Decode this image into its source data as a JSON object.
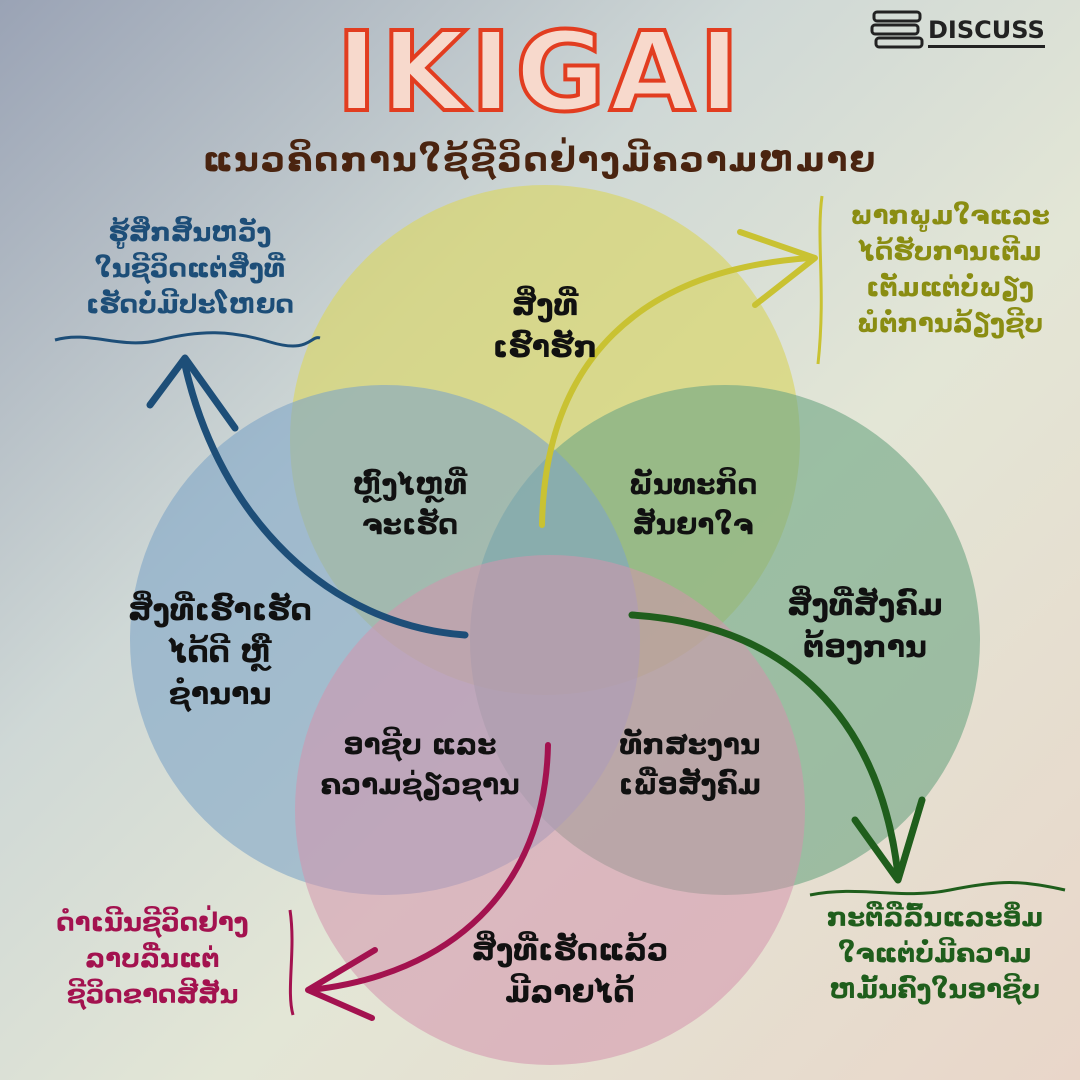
{
  "header": {
    "title": "IKIGAI",
    "subtitle": "ແນວຄິດການໃຊ້ຊີວິດຢ່າງມີຄວາມຫມາຍ",
    "brand": "DISCUSS"
  },
  "circles": {
    "love": {
      "label": "ສິ່ງທີ່\nເຮົາຮັກ",
      "color": "#d9d66c"
    },
    "mission": {
      "label": "ສິ່ງທີ່ສັງຄົມ\nຕ້ອງການ",
      "color": "#6fa784"
    },
    "skill": {
      "label": "ສິ່ງທີ່ເຮົາເຮັດ\nໄດ້ດີ ຫຼື\nຊໍານານ",
      "color": "#7fa5c6"
    },
    "paid": {
      "label": "ສິ່ງທີ່ເຮັດແລ້ວ\nມີລາຍໄດ້",
      "color": "#d494ad"
    }
  },
  "overlaps": {
    "passion": "ຫຼົງໄຫຼທີ່\nຈະເຮັດ",
    "mission": "ພັນທະກິດ\nສັນຍາໃຈ",
    "profession": "ອາຊີບ ແລະ\nຄວາມຊ່ຽວຊານ",
    "vocation": "ທັກສະງານ\nເພື່ອສັງຄົມ"
  },
  "notes": {
    "top_left": {
      "text": "ຮູ້ສຶກສິ້ນຫວັງ\nໃນຊີວິດແຕ່ສິ່ງທີ່\nເຮັດບໍ່ມີປະໂຫຍດ",
      "color": "#1d4e78"
    },
    "top_right": {
      "text": "ພາກພູມໃຈແລະ\nໄດ້ຮັບການເຕີມ\nເຕັມແຕ່ບໍ່ພຽງ\nພໍຕໍ່ການລ້ຽງຊີບ",
      "color": "#8a8d12"
    },
    "bottom_left": {
      "text": "ດໍາເນີນຊີວິດຢ່າງ\nລາບລື່ນແຕ່\nຊີວິດຂາດສີສັນ",
      "color": "#a3124f"
    },
    "bottom_right": {
      "text": "ກະຕືລືລົ້ນແລະອິ່ມ\nໃຈແຕ່ບໍ່ມີຄວາມ\nຫມັ້ນຄົງໃນອາຊີບ",
      "color": "#1f5e1c"
    }
  },
  "arrows": {
    "blue": "#1d4e78",
    "yellow": "#c9c232",
    "green": "#1f5e1c",
    "magenta": "#a3124f"
  }
}
